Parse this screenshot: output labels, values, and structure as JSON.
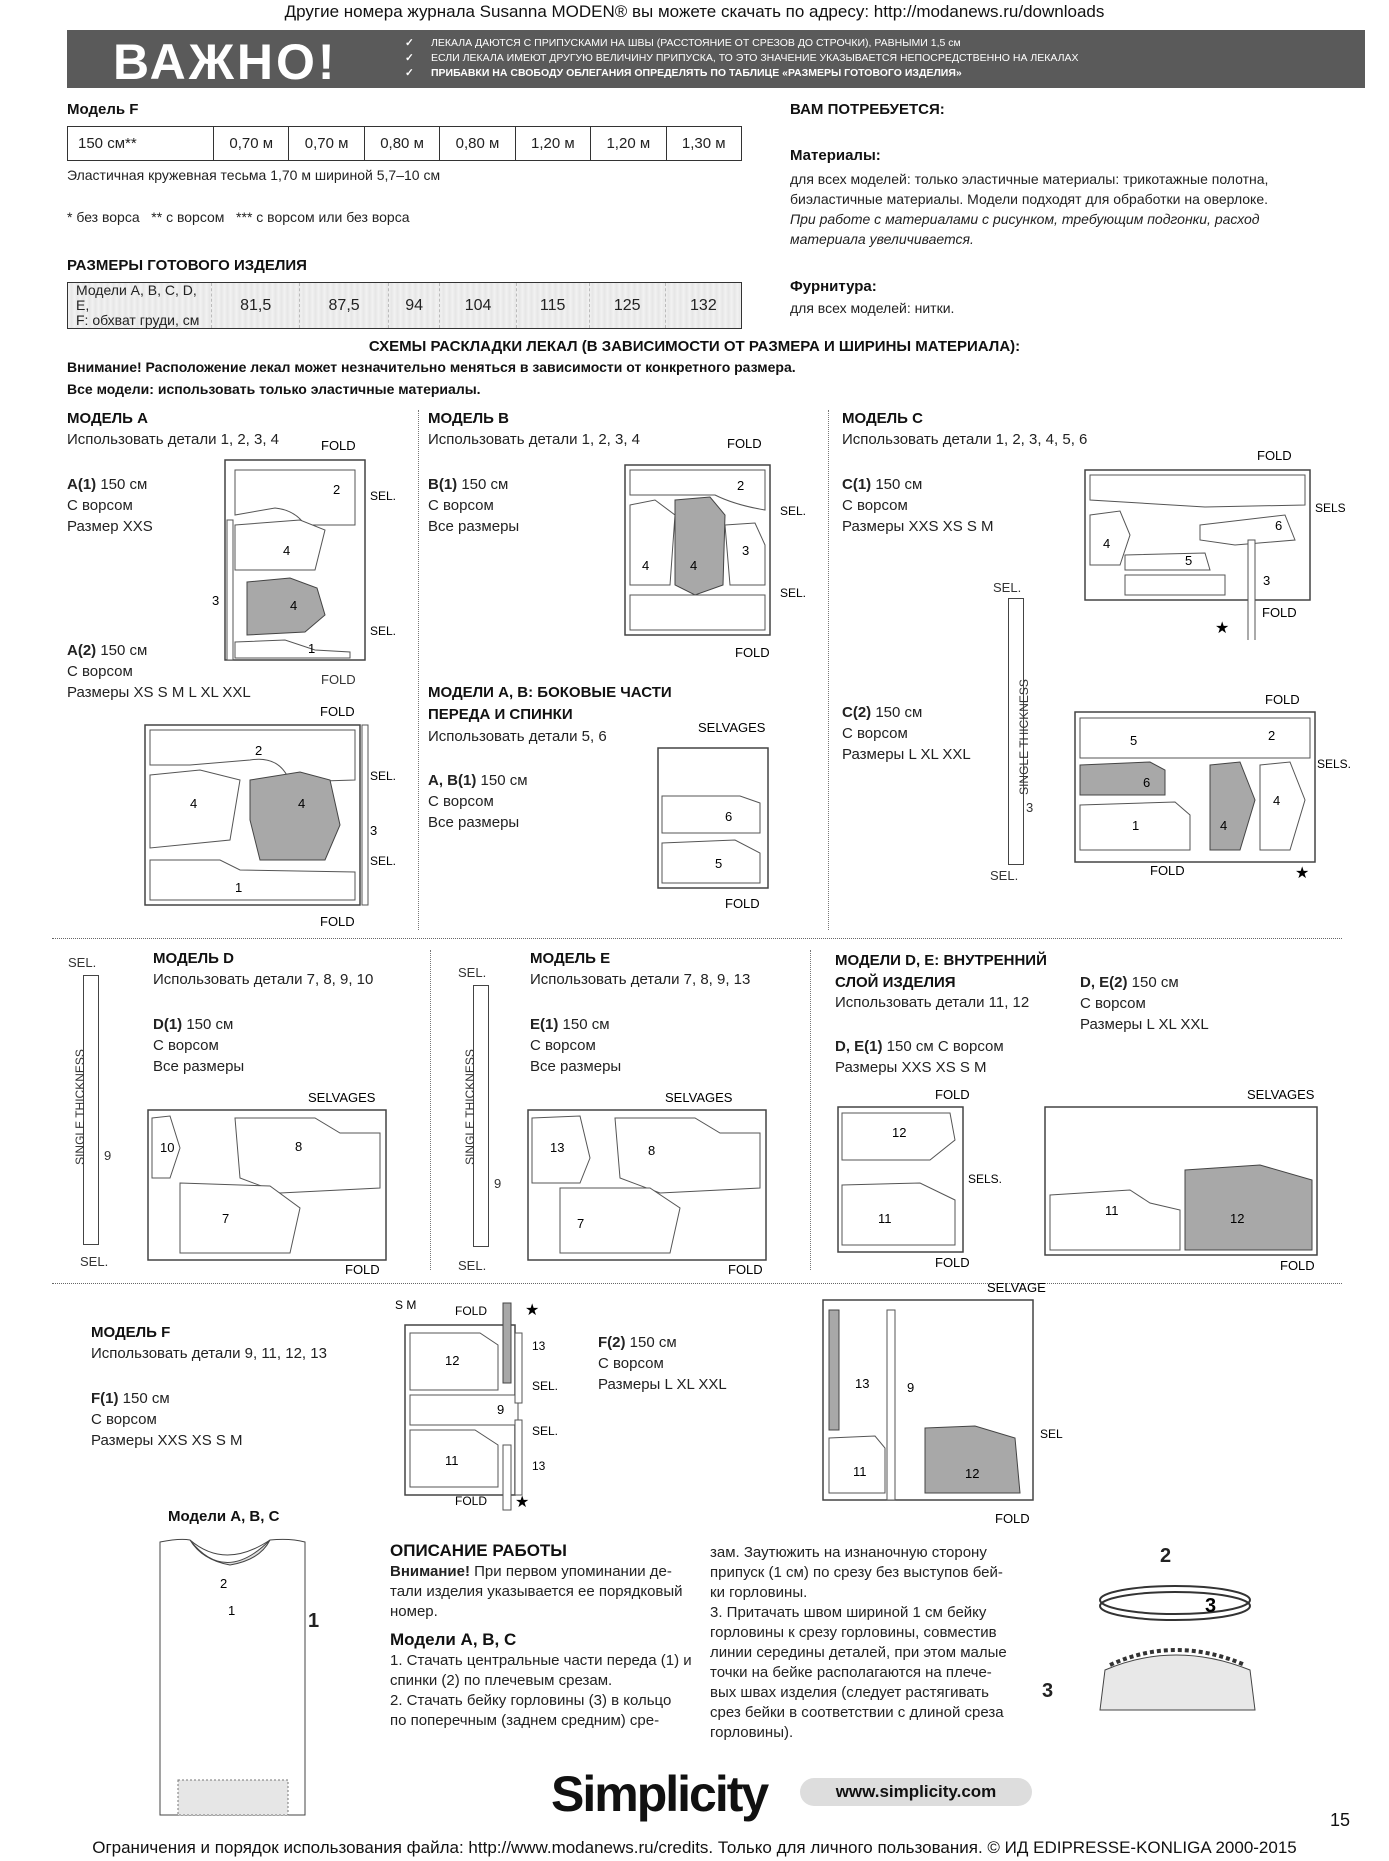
{
  "header": {
    "text": "Другие номера журнала Susanna MODEN® вы можете скачать по адресу: http://modanews.ru/downloads"
  },
  "banner": {
    "title": "ВАЖНО!",
    "check": "✓",
    "lines": [
      "ЛЕКАЛА ДАЮТСЯ С ПРИПУСКАМИ НА ШВЫ (РАССТОЯНИЕ ОТ СРЕЗОВ ДО СТРОЧКИ), РАВНЫМИ 1,5 см",
      "ЕСЛИ ЛЕКАЛА ИМЕЮТ ДРУГУЮ ВЕЛИЧИНУ ПРИПУСКА, ТО ЭТО ЗНАЧЕНИЕ УКАЗЫВАЕТСЯ НЕПОСРЕДСТВЕННО НА ЛЕКАЛАХ",
      "ПРИБАВКИ НА СВОБОДУ ОБЛЕГАНИЯ ОПРЕДЕЛЯТЬ ПО ТАБЛИЦЕ «РАЗМЕРЫ ГОТОВОГО ИЗДЕЛИЯ»"
    ]
  },
  "model_f": {
    "title": "Модель F",
    "row": [
      "150 см**",
      "0,70 м",
      "0,70 м",
      "0,80 м",
      "0,80 м",
      "1,20 м",
      "1,20 м",
      "1,30 м"
    ],
    "lace": "Эластичная кружевная тесьма 1,70 м шириной 5,7–10 см",
    "footnote": "* без ворса   ** с ворсом   *** с ворсом или без ворса"
  },
  "sizes": {
    "title": "РАЗМЕРЫ ГОТОВОГО ИЗДЕЛИЯ",
    "label_1": "Модели A, B, C, D, E,",
    "label_2": "F: обхват груди, см",
    "values": [
      "81,5",
      "87,5",
      "94",
      "104",
      "115",
      "125",
      "132"
    ]
  },
  "need": {
    "title": "ВАМ ПОТРЕБУЕТСЯ:",
    "materials_title": "Материалы:",
    "materials_1": "для всех моделей: только эластичные материалы: трикотажные полотна,",
    "materials_2": "биэластичные материалы. Модели подходят для обработки на оверлоке.",
    "materials_3": "При работе с материалами с рисунком, требующим подгонки, расход",
    "materials_4": "материала увеличивается.",
    "furn_title": "Фурнитура:",
    "furn_text": "для всех моделей: нитки."
  },
  "layouts": {
    "title": "СХЕМЫ РАСКЛАДКИ ЛЕКАЛ (В ЗАВИСИМОСТИ ОТ РАЗМЕРА И ШИРИНЫ МАТЕРИАЛА):",
    "warn": "Внимание! Расположение лекал может незначительно меняться в зависимости от конкретного размера.",
    "all": "Все модели: использовать только эластичные материалы."
  },
  "model_a": {
    "title": "МОДЕЛЬ A",
    "use": "Использовать детали 1, 2, 3, 4",
    "a1_code": "A(1)",
    "a1_rest": " 150 см",
    "a1_nap": "С ворсом",
    "a1_size": "Размер XXS",
    "a2_code": "A(2)",
    "a2_rest": " 150 см",
    "a2_nap": "С ворсом",
    "a2_size": "Размеры XS S M L XL XXL"
  },
  "model_b": {
    "title": "МОДЕЛЬ B",
    "use": "Использовать детали 1, 2, 3, 4",
    "b1_code": "B(1)",
    "b1_rest": " 150 см",
    "b1_nap": "С ворсом",
    "b1_size": "Все размеры"
  },
  "model_c": {
    "title": "МОДЕЛЬ C",
    "use": "Использовать детали 1, 2, 3, 4, 5, 6",
    "c1_code": "C(1)",
    "c1_rest": " 150 см",
    "c1_nap": "С ворсом",
    "c1_size": "Размеры XXS XS S M",
    "c2_code": "C(2)",
    "c2_rest": " 150 см",
    "c2_nap": "С ворсом",
    "c2_size": "Размеры L XL XXL"
  },
  "model_ab_side": {
    "title_1": "МОДЕЛИ A, B: БОКОВЫЕ ЧАСТИ",
    "title_2": "ПЕРЕДА И СПИНКИ",
    "use": "Использовать детали 5, 6",
    "code": "A, B(1)",
    "rest": " 150 см",
    "nap": "С ворсом",
    "size": "Все размеры"
  },
  "model_d": {
    "title": "МОДЕЛЬ D",
    "use": "Использовать детали 7, 8, 9, 10",
    "code": "D(1)",
    "rest": " 150 см",
    "nap": "С ворсом",
    "size": "Все размеры"
  },
  "model_e": {
    "title": "МОДЕЛЬ E",
    "use": "Использовать детали 7, 8, 9, 13",
    "code": "E(1)",
    "rest": " 150 см",
    "nap": "С ворсом",
    "size": "Все размеры"
  },
  "model_de_inner": {
    "title_1": "МОДЕЛИ D, E: ВНУТРЕННИЙ",
    "title_2": "СЛОЙ ИЗДЕЛИЯ",
    "use": "Использовать детали 11, 12",
    "e1_code": "D, E(1)",
    "e1_rest": " 150 см  С ворсом",
    "e1_size": "Размеры XXS XS S M",
    "e2_code": "D, E(2)",
    "e2_rest": " 150 см",
    "e2_nap": "С ворсом",
    "e2_size": "Размеры L XL XXL"
  },
  "model_f2": {
    "title": "МОДЕЛЬ F",
    "use": "Использовать детали 9, 11, 12, 13",
    "f1_code": "F(1)",
    "f1_rest": " 150 см",
    "f1_nap": "С ворсом",
    "f1_size": "Размеры XXS XS S M",
    "f2_code": "F(2)",
    "f2_rest": " 150 см",
    "f2_nap": "С ворсом",
    "f2_size": "Размеры L XL XXL"
  },
  "diagram_labels": {
    "fold": "FOLD",
    "sel": "SEL.",
    "sels": "SELS.",
    "selvages": "SELVAGES",
    "selvage": "SELVAGE",
    "sel_plain": "SEL",
    "single": "SINGLE THICKNESS",
    "sm": "S M",
    "star": "★",
    "n1": "1",
    "n2": "2",
    "n3": "3",
    "n4": "4",
    "n5": "5",
    "n6": "6",
    "n7": "7",
    "n8": "8",
    "n9": "9",
    "n10": "10",
    "n11": "11",
    "n12": "12",
    "n13": "13"
  },
  "work": {
    "ill_title": "Модели A, B, C",
    "title": "ОПИСАНИЕ РАБОТЫ",
    "attn_b": "Внимание!",
    "attn_1": " При первом упоминании де-",
    "attn_2": "тали изделия указывается ее порядковый",
    "attn_3": "номер.",
    "sub": "Модели A, B, C",
    "s1_1": "1. Стачать центральные части переда (1) и",
    "s1_2": "спинки (2) по плечевым срезам.",
    "s2_1": "2. Стачать бейку горловины (3) в кольцо",
    "s2_2": "по поперечным (заднем средним) сре-",
    "c2_1": "зам. Заутюжить на изнаночную сторону",
    "c2_2": "припуск (1 см) по срезу без выступов бей-",
    "c2_3": "ки горловины.",
    "c2_4": "3. Притачать швом шириной 1 см бейку",
    "c2_5": "горловины к срезу горловины, совместив",
    "c2_6": "линии середины деталей, при этом малые",
    "c2_7": "точки на бейке располагаются на плече-",
    "c2_8": "вых швах изделия (следует растягивать",
    "c2_9": "срез бейки в соответствии с длиной среза",
    "c2_10": "горловины)."
  },
  "brand": {
    "logo": "Simplicity",
    "url": "www.simplicity.com"
  },
  "page_number": "15",
  "footer": {
    "text": "Ограничения и порядок использования файла: http://www.modanews.ru/credits. Только для личного пользования. © ИД EDIPRESSE-KONLIGA 2000-2015"
  }
}
